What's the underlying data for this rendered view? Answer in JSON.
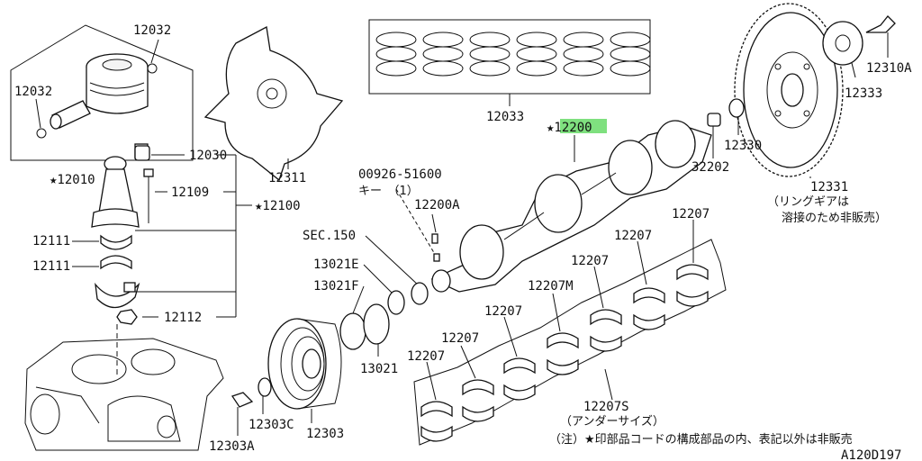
{
  "labels": {
    "p12032a": "12032",
    "p12032b": "12032",
    "p12010": "★12010",
    "p12030": "12030",
    "p12109": "12109",
    "p12100": "★12100",
    "p12111a": "12111",
    "p12111b": "12111",
    "p12112": "12112",
    "p12311": "12311",
    "p12033": "12033",
    "p12200": "★12200",
    "p00926": "00926-51600",
    "p_key": "キー　（1）",
    "p12200A": "12200A",
    "pSEC": "SEC.150",
    "p13021E": "13021E",
    "p13021F": "13021F",
    "p13021": "13021",
    "p12303": "12303",
    "p12303C": "12303C",
    "p12303A": "12303A",
    "p12310A": "12310A",
    "p12333": "12333",
    "p12330": "12330",
    "p32202": "32202",
    "p12331": "12331",
    "ring_note1": "（リングギアは",
    "ring_note2": "溶接のため非販売）",
    "b12207_1": "12207",
    "b12207_2": "12207",
    "b12207_3": "12207",
    "b12207_4": "12207",
    "b12207_5": "12207",
    "b12207M": "12207M",
    "b12207S": "12207S",
    "b12207S_note": "（アンダーサイズ）",
    "footnote": "（注）★印部品コードの構成部品の内、表記以外は非販売",
    "diagram_id": "A120D197"
  },
  "colors": {
    "highlight": "#7fe07f",
    "line": "#111111"
  }
}
